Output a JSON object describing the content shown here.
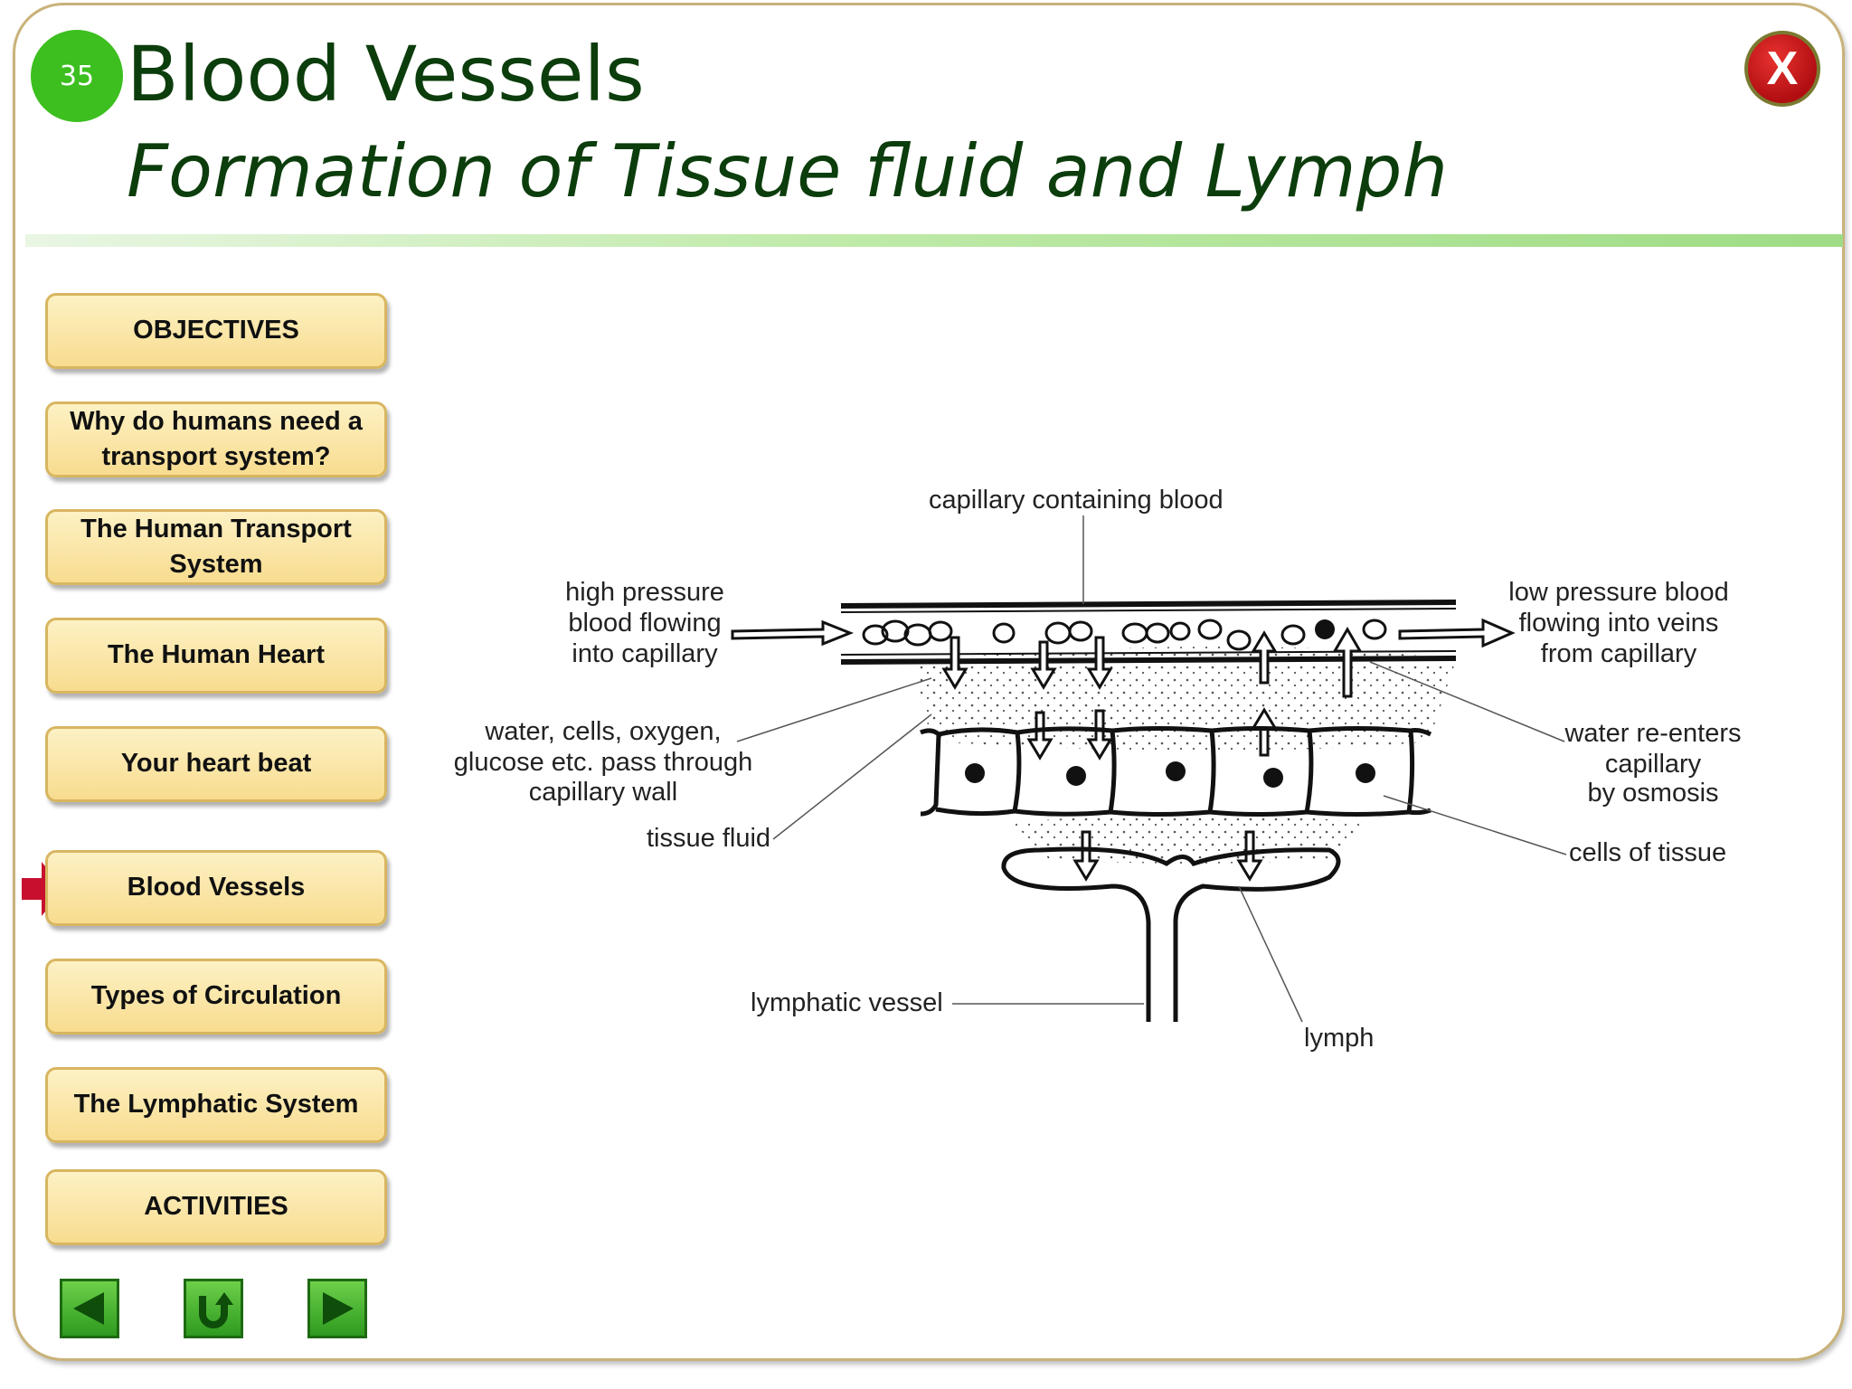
{
  "slide": {
    "number": "35",
    "title": "Blood Vessels",
    "subtitle": "Formation of Tissue fluid and Lymph"
  },
  "close_label": "X",
  "nav": {
    "items": [
      {
        "label": "OBJECTIVES",
        "current": false
      },
      {
        "label": "Why do humans need a transport system?",
        "current": false
      },
      {
        "label": "The Human Transport System",
        "current": false
      },
      {
        "label": "The Human Heart",
        "current": false
      },
      {
        "label": "Your heart beat",
        "current": false
      },
      {
        "label": "Blood Vessels",
        "current": true
      },
      {
        "label": "Types  of Circulation",
        "current": false
      },
      {
        "label": "The Lymphatic System",
        "current": false
      },
      {
        "label": "ACTIVITIES",
        "current": false
      }
    ],
    "bottom": [
      {
        "icon": "back-arrow-icon"
      },
      {
        "icon": "return-icon"
      },
      {
        "icon": "forward-arrow-icon"
      }
    ]
  },
  "diagram": {
    "labels": {
      "capillary": "capillary containing blood",
      "high_pressure": [
        "high pressure",
        "blood flowing",
        "into capillary"
      ],
      "low_pressure": [
        "low pressure blood",
        "flowing into veins",
        "from capillary"
      ],
      "water_cells": [
        "water, cells, oxygen,",
        "glucose etc. pass through",
        "capillary wall"
      ],
      "water_reenters": [
        "water re-enters",
        "capillary",
        "by osmosis"
      ],
      "tissue_fluid": "tissue fluid",
      "cells_of_tissue": "cells of tissue",
      "lymphatic_vessel": "lymphatic vessel",
      "lymph": "lymph"
    }
  },
  "colors": {
    "title": "#0c3d0c",
    "badge": "#3cbf1f",
    "nav_fill": "#f8dc8f",
    "current_arrow": "#c8102e",
    "close": "#c8102e"
  }
}
